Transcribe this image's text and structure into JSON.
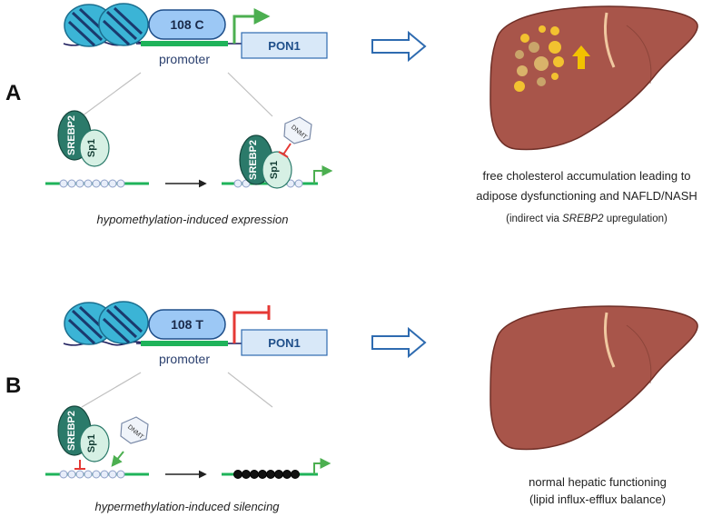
{
  "panels": [
    {
      "label": "A",
      "allele": "108 C",
      "promoter": "promoter",
      "gene": "PON1",
      "tf1": "SREBP2",
      "tf2": "Sp1",
      "enzyme": "DNMT",
      "caption": "hypomethylation-induced expression",
      "outcome_line1": "free cholesterol accumulation leading to",
      "outcome_line2": "adipose dysfunctioning and NAFLD/NASH",
      "note_prefix": "(indirect via ",
      "note_gene": "SREBP2",
      "note_suffix": " upregulation)",
      "colors": {
        "transcription_arrow": "#4caf50",
        "inhibition": "#e53935",
        "fat_droplet": "#f2c230",
        "up_arrow": "#f2c200"
      }
    },
    {
      "label": "B",
      "allele": "108 T",
      "promoter": "promoter",
      "gene": "PON1",
      "tf1": "SREBP2",
      "tf2": "Sp1",
      "enzyme": "DNMT",
      "caption": "hypermethylation-induced silencing",
      "outcome_line1": "normal hepatic functioning",
      "outcome_line2": "(lipid influx-efflux balance)",
      "colors": {
        "transcription_block": "#e53935",
        "methyl_arrow": "#4caf50",
        "methylated_cpg": "#111111"
      }
    }
  ],
  "colors": {
    "liver": "#a8554a",
    "dna": "#1fb35a",
    "nucleosome": "#3bb4d6",
    "gene_box": "#d8e8f8",
    "allele_box": "#9cc8f5",
    "process_arrow": "#2e6bb0"
  }
}
